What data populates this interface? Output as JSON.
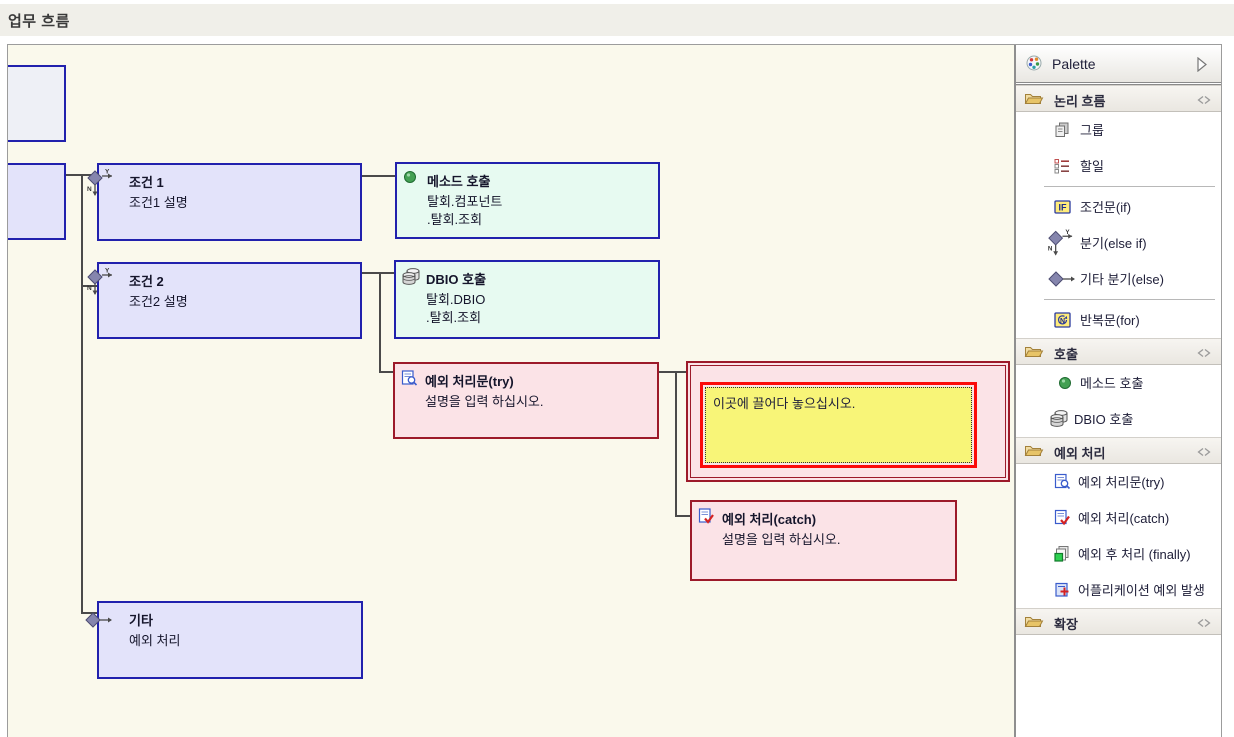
{
  "header": {
    "title": "업무 흐름"
  },
  "canvas": {
    "nodes": {
      "cond1": {
        "title": "조건 1",
        "desc": "조건1 설명"
      },
      "method": {
        "title": "메소드 호출",
        "lines": [
          "탈회.컴포넌트",
          ".탈회.조회"
        ]
      },
      "cond2": {
        "title": "조건 2",
        "desc": "조건2 설명"
      },
      "dbio": {
        "title": "DBIO 호출",
        "lines": [
          "탈회.DBIO",
          ".탈회.조회"
        ]
      },
      "try": {
        "title": "예외 처리문(try)",
        "desc": "설명을 입력 하십시오."
      },
      "drop": {
        "text": "이곳에 끌어다 놓으십시오."
      },
      "catch": {
        "title": "예외 처리(catch)",
        "desc": "설명을 입력 하십시오."
      },
      "etc": {
        "title": "기타",
        "desc": "예외 처리"
      }
    }
  },
  "palette": {
    "title": "Palette",
    "drawers": [
      {
        "label": "논리 흐름",
        "items": [
          {
            "icon": "group-icon",
            "label": "그룹"
          },
          {
            "icon": "todo-icon",
            "label": "할일"
          },
          {
            "icon": "if-icon",
            "label": "조건문(if)"
          },
          {
            "icon": "elseif-icon",
            "label": "분기(else if)"
          },
          {
            "icon": "else-icon",
            "label": "기타 분기(else)"
          },
          {
            "icon": "for-icon",
            "label": "반복문(for)"
          }
        ]
      },
      {
        "label": "호출",
        "items": [
          {
            "icon": "method-call-icon",
            "label": "메소드 호출"
          },
          {
            "icon": "dbio-icon",
            "label": "DBIO 호출"
          }
        ]
      },
      {
        "label": "예외 처리",
        "items": [
          {
            "icon": "try-icon",
            "label": "예외 처리문(try)"
          },
          {
            "icon": "catch-icon",
            "label": "예외 처리(catch)"
          },
          {
            "icon": "finally-icon",
            "label": "예외 후 처리 (finally)"
          },
          {
            "icon": "app-exception-icon",
            "label": "어플리케이션 예외 발생"
          }
        ]
      },
      {
        "label": "확장",
        "items": []
      }
    ]
  },
  "colors": {
    "canvas_bg": "#faf9ec",
    "node_blue_border": "#2121ad",
    "node_blue_fill": "#e3e3fa",
    "node_mint_fill": "#e7faf1",
    "node_pink_fill": "#fbe3e7",
    "node_red_border": "#9c1a2a",
    "selection_red": "#fb0a0a",
    "dropzone_yellow": "#f8f578",
    "connector": "#4a4a4a"
  }
}
